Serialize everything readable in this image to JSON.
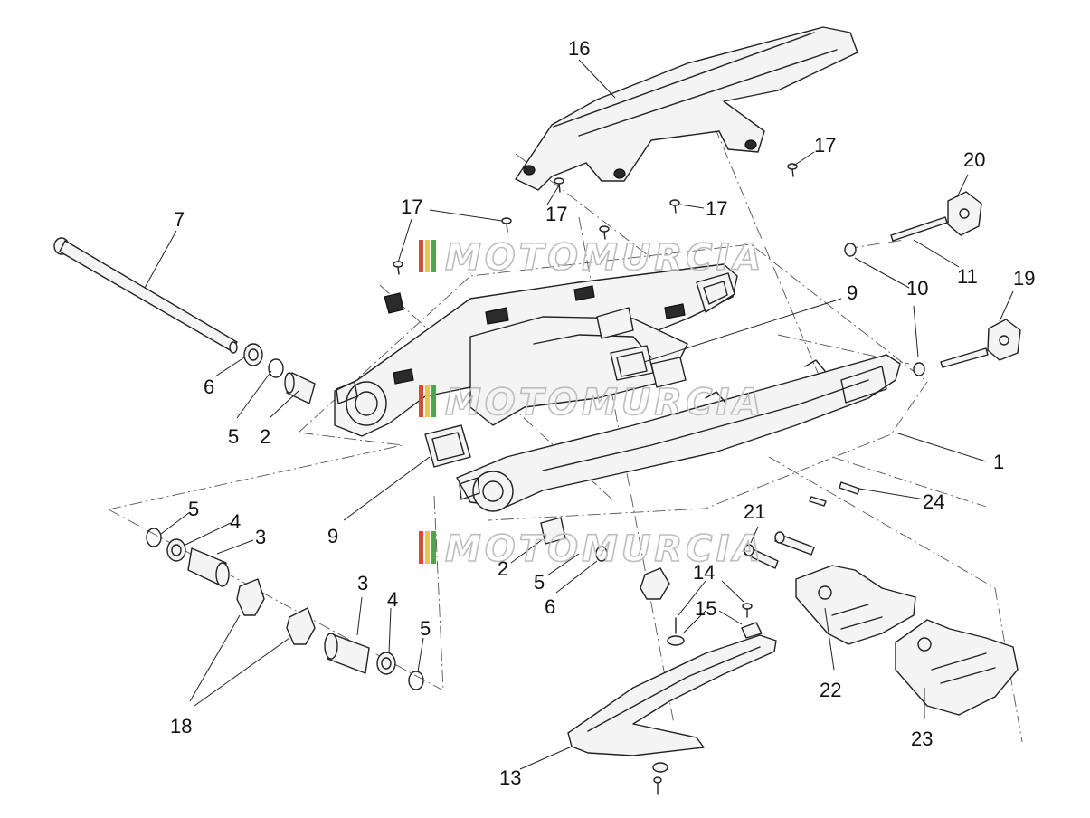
{
  "watermark": {
    "text": "MOTOMURCIA",
    "stripe_colors": [
      "#d94a3a",
      "#e8c84a",
      "#4aa84a"
    ]
  },
  "callouts": [
    "16",
    "17",
    "17",
    "17",
    "17",
    "20",
    "19",
    "11",
    "10",
    "9",
    "9",
    "7",
    "6",
    "5",
    "2",
    "1",
    "24",
    "21",
    "22",
    "23",
    "14",
    "15",
    "13",
    "18",
    "5",
    "4",
    "3",
    "3",
    "4",
    "5",
    "2",
    "5",
    "6"
  ]
}
